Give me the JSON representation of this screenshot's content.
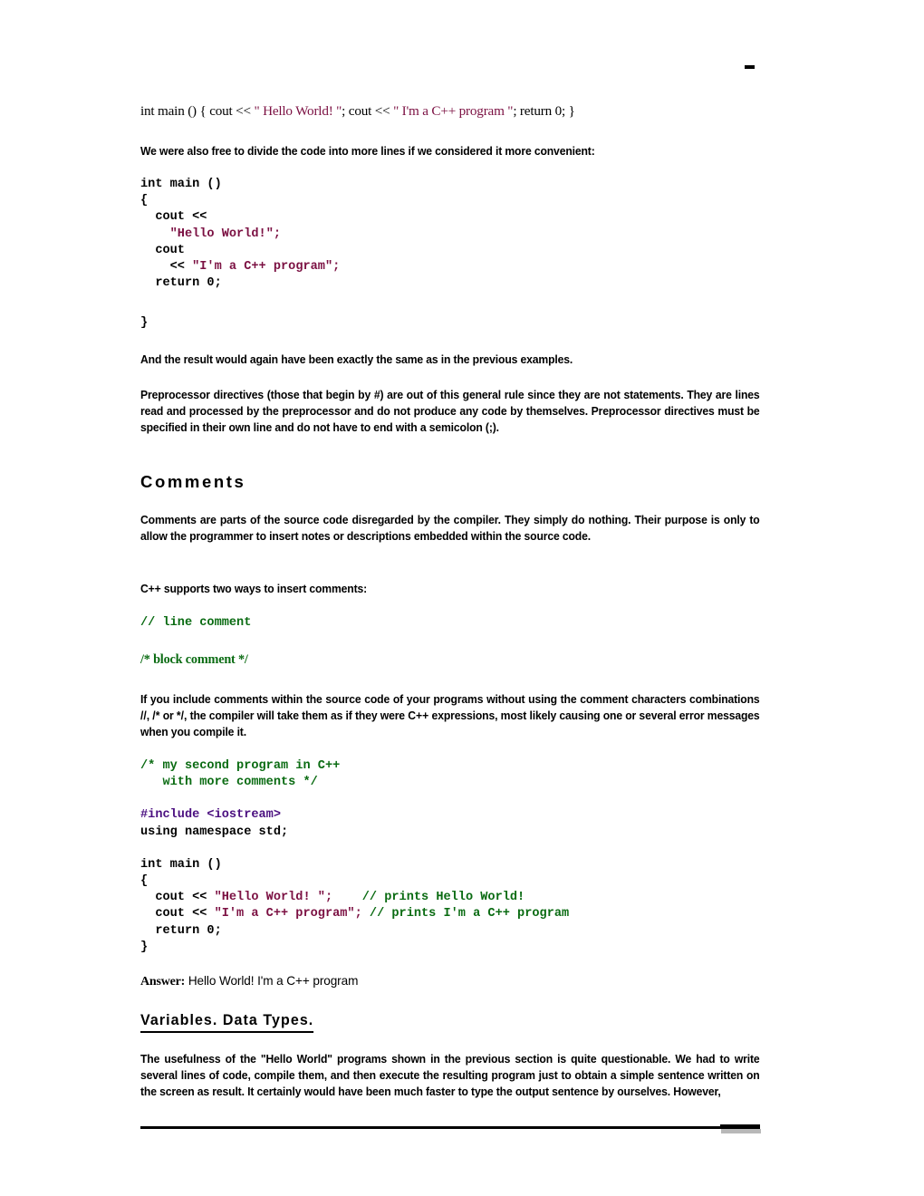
{
  "document": {
    "page_mark": "-",
    "colors": {
      "string": "#7B1042",
      "comment": "#0A6B12",
      "preprocessor": "#4B1080",
      "text": "#000000",
      "rule_shadow": "#b8b8b8"
    }
  },
  "blocks": {
    "oneliner": {
      "prefix": "int main () { cout << ",
      "str1": "\" Hello World! \"",
      "mid": "; cout << ",
      "str2": "\" I'm a C++ program \"",
      "suffix": "; return 0; }"
    },
    "para_divide": "We were also free to divide the code into more lines if we considered it more convenient:",
    "code1": {
      "l1": "int main ()",
      "l2": "{",
      "l3": "  cout <<",
      "l4_indent": "    ",
      "l4_str": "\"Hello World!\";",
      "l5": "  cout",
      "l6_indent": "    << ",
      "l6_str": "\"I'm a C++ program\";",
      "l7": "  return 0;",
      "l8": "",
      "l9": "}"
    },
    "para_result": "And the result would again have been exactly the same as in the previous examples.",
    "para_preproc": "Preprocessor directives (those that begin by #) are out of this general rule since they are not statements. They are lines read and processed by the preprocessor and do not produce any code by themselves. Preprocessor directives must be specified in their own line and do not have to end with a semicolon (;).",
    "heading_comments": "Comments",
    "para_comments_1": "Comments are parts of the source code disregarded by the compiler. They simply do nothing. Their purpose is only to allow the programmer to insert notes or descriptions embedded within the source code.",
    "para_two_ways": "C++ supports two ways to insert comments:",
    "line_comment": "// line comment",
    "block_comment": "/* block comment */",
    "para_include_1": "If you include comments within the source code of your programs without using the comment characters combinations ",
    "para_include_tok1": "//",
    "para_include_2": ", ",
    "para_include_tok2": "/*",
    "para_include_3": " or ",
    "para_include_tok3": "*/",
    "para_include_4": ", the compiler will take them as if they were ",
    "para_include_tok4": "C++",
    "para_include_5": " expressions, most likely causing one or several error messages when you compile it.",
    "code2": {
      "c1": "/* my second program in C++",
      "c2": "   with more comments */",
      "blank1": "",
      "inc": "#include <iostream>",
      "using": "using namespace std;",
      "blank2": "",
      "m1": "int main ()",
      "m2": "{",
      "m3_code": "  cout << ",
      "m3_str": "\"Hello World! \";",
      "m3_gap": "    ",
      "m3_cmt": "// prints Hello World!",
      "m4_code": "  cout << ",
      "m4_str": "\"I'm a C++ program\";",
      "m4_gap": " ",
      "m4_cmt": "// prints I'm a C++ program",
      "m5": "  return 0;",
      "m6": "}"
    },
    "answer_label": "Answer:",
    "answer_value": " Hello World! I'm a C++ program",
    "heading_variables": "Variables. Data Types.",
    "para_usefulness": "The usefulness of the \"Hello World\" programs shown in the previous section is quite questionable. We had to write several lines of code, compile them, and then execute the resulting program just to obtain a simple sentence written on the screen as result. It certainly would have been much faster to type the output sentence by ourselves. However,"
  }
}
